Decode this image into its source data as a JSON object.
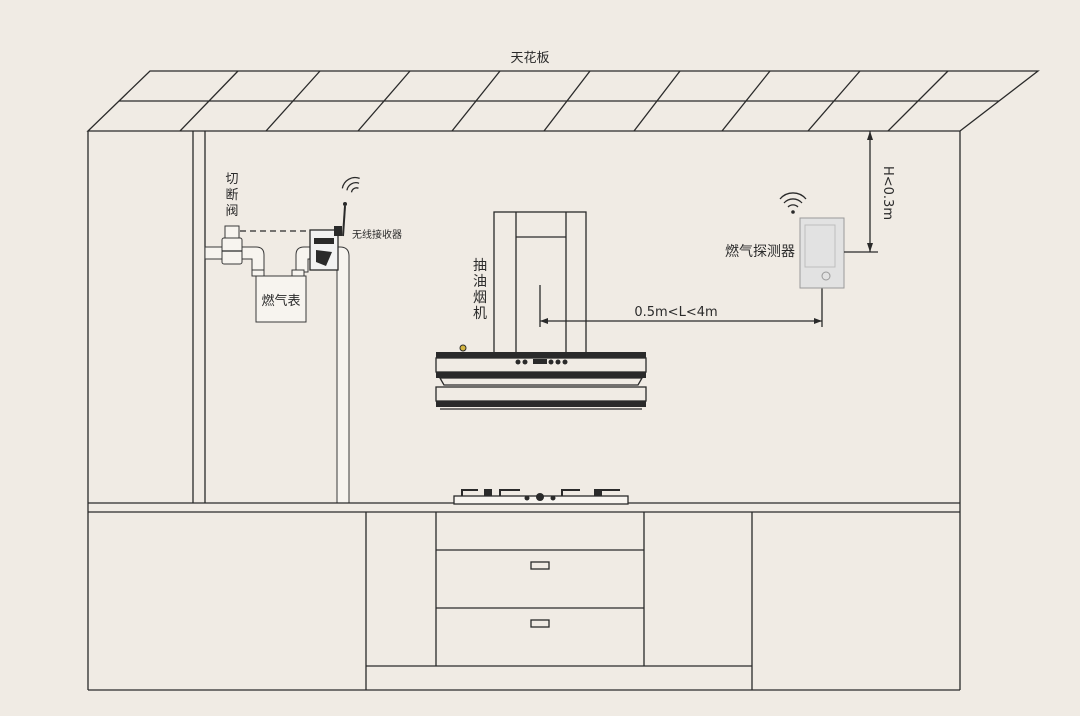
{
  "labels": {
    "ceiling": "天花板",
    "shutoff_valve": [
      "切",
      "断",
      "阀"
    ],
    "wireless_receiver": "无线接收器",
    "gas_meter": "燃气表",
    "range_hood": [
      "抽",
      "油",
      "烟",
      "机"
    ],
    "gas_detector": "燃气探测器",
    "height_rule": "H<0.3m",
    "distance_rule": "0.5m<L<4m"
  },
  "icons": {
    "wifi": "wifi-icon",
    "antenna": "antenna-icon"
  },
  "colors": {
    "background": "#f0ebe4",
    "line": "#2a2a2a",
    "detector_body": "#e2e2e2"
  }
}
